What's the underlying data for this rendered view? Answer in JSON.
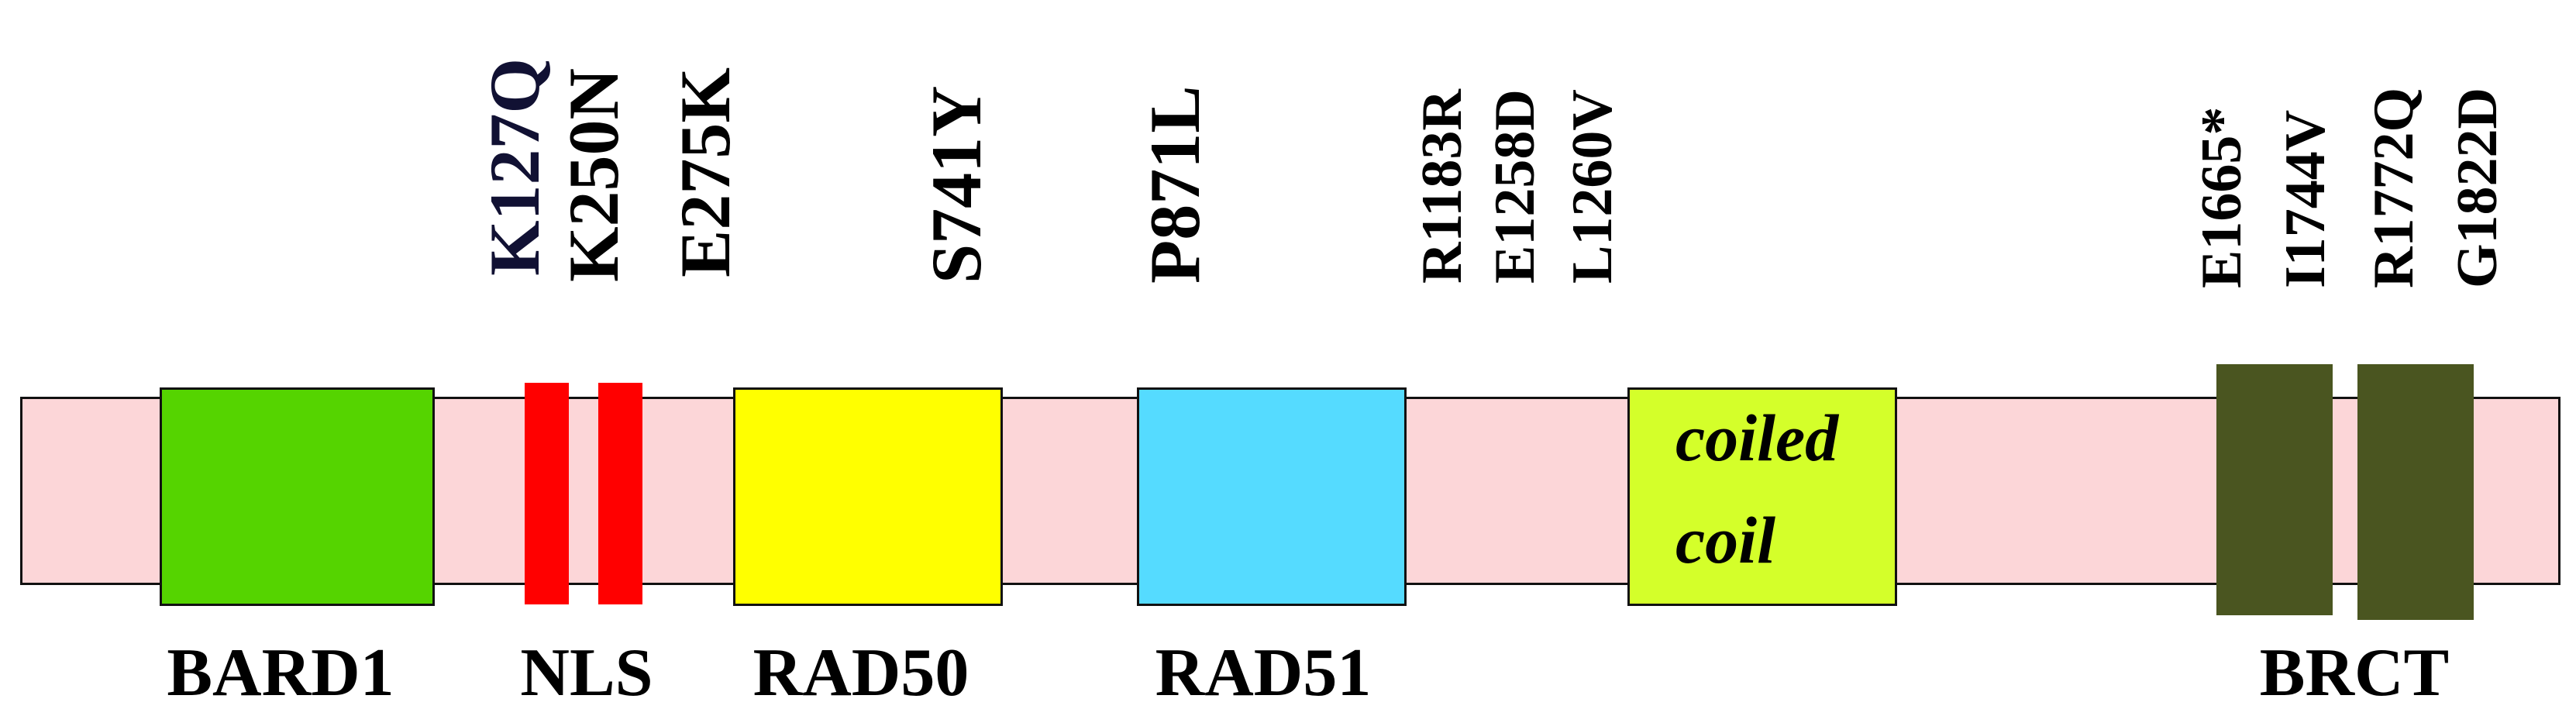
{
  "domains": [
    {
      "name": "bard1-domain",
      "label": "BARD1",
      "color": "#55d400"
    },
    {
      "name": "nls-domain",
      "label": "NLS",
      "color": "#ff0000"
    },
    {
      "name": "rad50-domain",
      "label": "RAD50",
      "color": "#ffff00"
    },
    {
      "name": "rad51-domain",
      "label": "RAD51",
      "color": "#55dbff"
    },
    {
      "name": "coiled-coil-domain",
      "label_line1": "coiled",
      "label_line2": "coil",
      "color": "#d4ff2a"
    },
    {
      "name": "brct-domain",
      "label": "BRCT",
      "color": "#4a5520"
    }
  ],
  "backbone_color": "#fcd6d8",
  "mutations": [
    {
      "label": "K127Q",
      "color": "#111133"
    },
    {
      "label": "K250N",
      "color": "#000000"
    },
    {
      "label": "E275K",
      "color": "#000000"
    },
    {
      "label": "S741Y",
      "color": "#000000"
    },
    {
      "label": "P871L",
      "color": "#000000"
    },
    {
      "label": "R1183R",
      "color": "#000000"
    },
    {
      "label": "E1258D",
      "color": "#000000"
    },
    {
      "label": "L1260V",
      "color": "#000000"
    },
    {
      "label": "E1665*",
      "color": "#000000"
    },
    {
      "label": "I1744V",
      "color": "#000000"
    },
    {
      "label": "R1772Q",
      "color": "#000000"
    },
    {
      "label": "G1822D",
      "color": "#000000"
    }
  ]
}
